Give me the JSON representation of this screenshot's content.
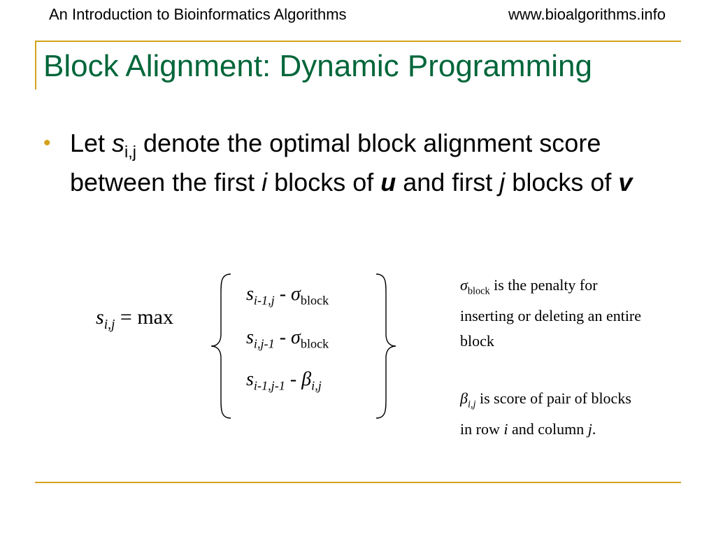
{
  "header": {
    "course_title": "An Introduction to Bioinformatics Algorithms",
    "website": "www.bioalgorithms.info"
  },
  "slide": {
    "title": "Block Alignment: Dynamic Programming",
    "bullet": {
      "t1": "Let ",
      "s": "s",
      "sub_ij": "i,j",
      "t2": " denote the optimal block alignment score between the first ",
      "i": "i",
      "t3": " blocks of ",
      "u": "u",
      "t4": " and first ",
      "j": "j",
      "t5": " blocks of ",
      "v": "v"
    },
    "formula": {
      "lhs_s": "s",
      "lhs_sub": "i,j",
      "lhs_rest": " = max",
      "cases": [
        {
          "s": "s",
          "sub": "i-1,j",
          "op": " - ",
          "greek": "σ",
          "greek_sub": "block"
        },
        {
          "s": "s",
          "sub": "i,j-1",
          "op": " - ",
          "greek": "σ",
          "greek_sub": "block"
        },
        {
          "s": "s",
          "sub": "i-1,j-1",
          "op": " - ",
          "greek": "β",
          "greek_sub": "i,j"
        }
      ]
    },
    "notes": {
      "sigma": {
        "greek": "σ",
        "sub": "block",
        "text": " is the penalty for inserting or deleting an entire block"
      },
      "beta": {
        "greek": "β",
        "sub": "i,j",
        "t1": " is score of pair of blocks in row ",
        "i": "i",
        "t2": " and column ",
        "j": "j",
        "t3": "."
      }
    }
  },
  "colors": {
    "title": "#00663a",
    "accent_rule": "#d4a21a",
    "text": "#000000"
  }
}
